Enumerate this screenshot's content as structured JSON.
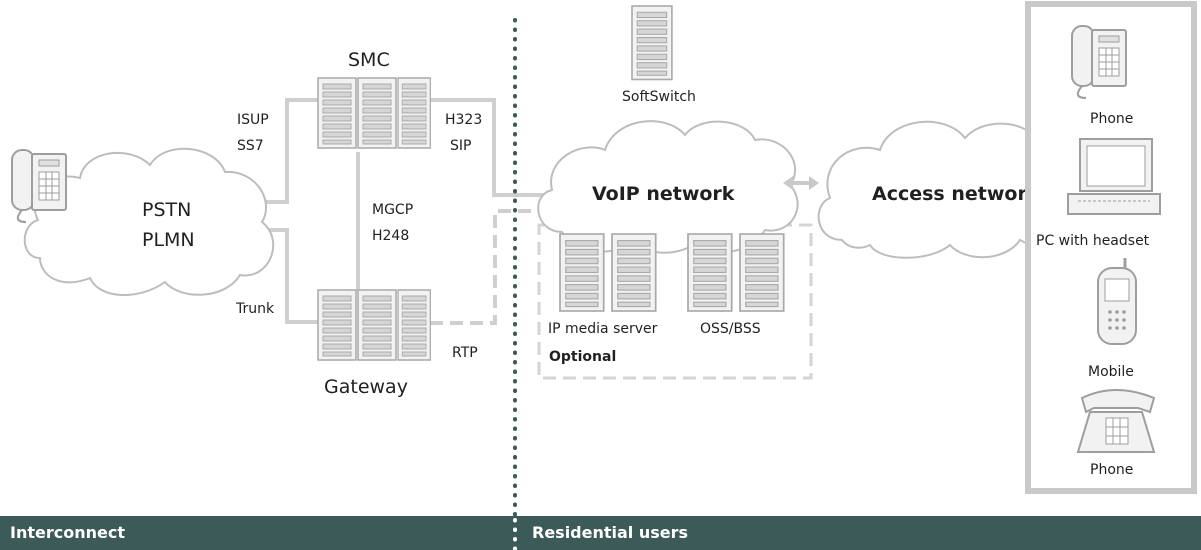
{
  "labels": {
    "smc": "SMC",
    "gateway": "Gateway",
    "pstn_line1": "PSTN",
    "pstn_line2": "PLMN",
    "isup": "ISUP",
    "ss7": "SS7",
    "trunk": "Trunk",
    "mgcp": "MGCP",
    "h248": "H248",
    "h323": "H323",
    "sip": "SIP",
    "rtp": "RTP",
    "softswitch": "SoftSwitch",
    "voip_network": "VoIP network",
    "access_network": "Access network",
    "ip_media_server": "IP media server",
    "oss_bss": "OSS/BSS",
    "optional": "Optional",
    "phone_top": "Phone",
    "pc_headset": "PC with headset",
    "mobile": "Mobile",
    "phone_bottom": "Phone"
  },
  "footer": {
    "left": "Interconnect",
    "right": "Residential users"
  },
  "colors": {
    "line": "#cfcfcf",
    "server_fill": "#e9e9e9",
    "server_stroke": "#a8a8a8",
    "cloud_stroke": "#bdbdbd",
    "footer_bg": "#3c5a57",
    "divider": "#3c5a57"
  }
}
